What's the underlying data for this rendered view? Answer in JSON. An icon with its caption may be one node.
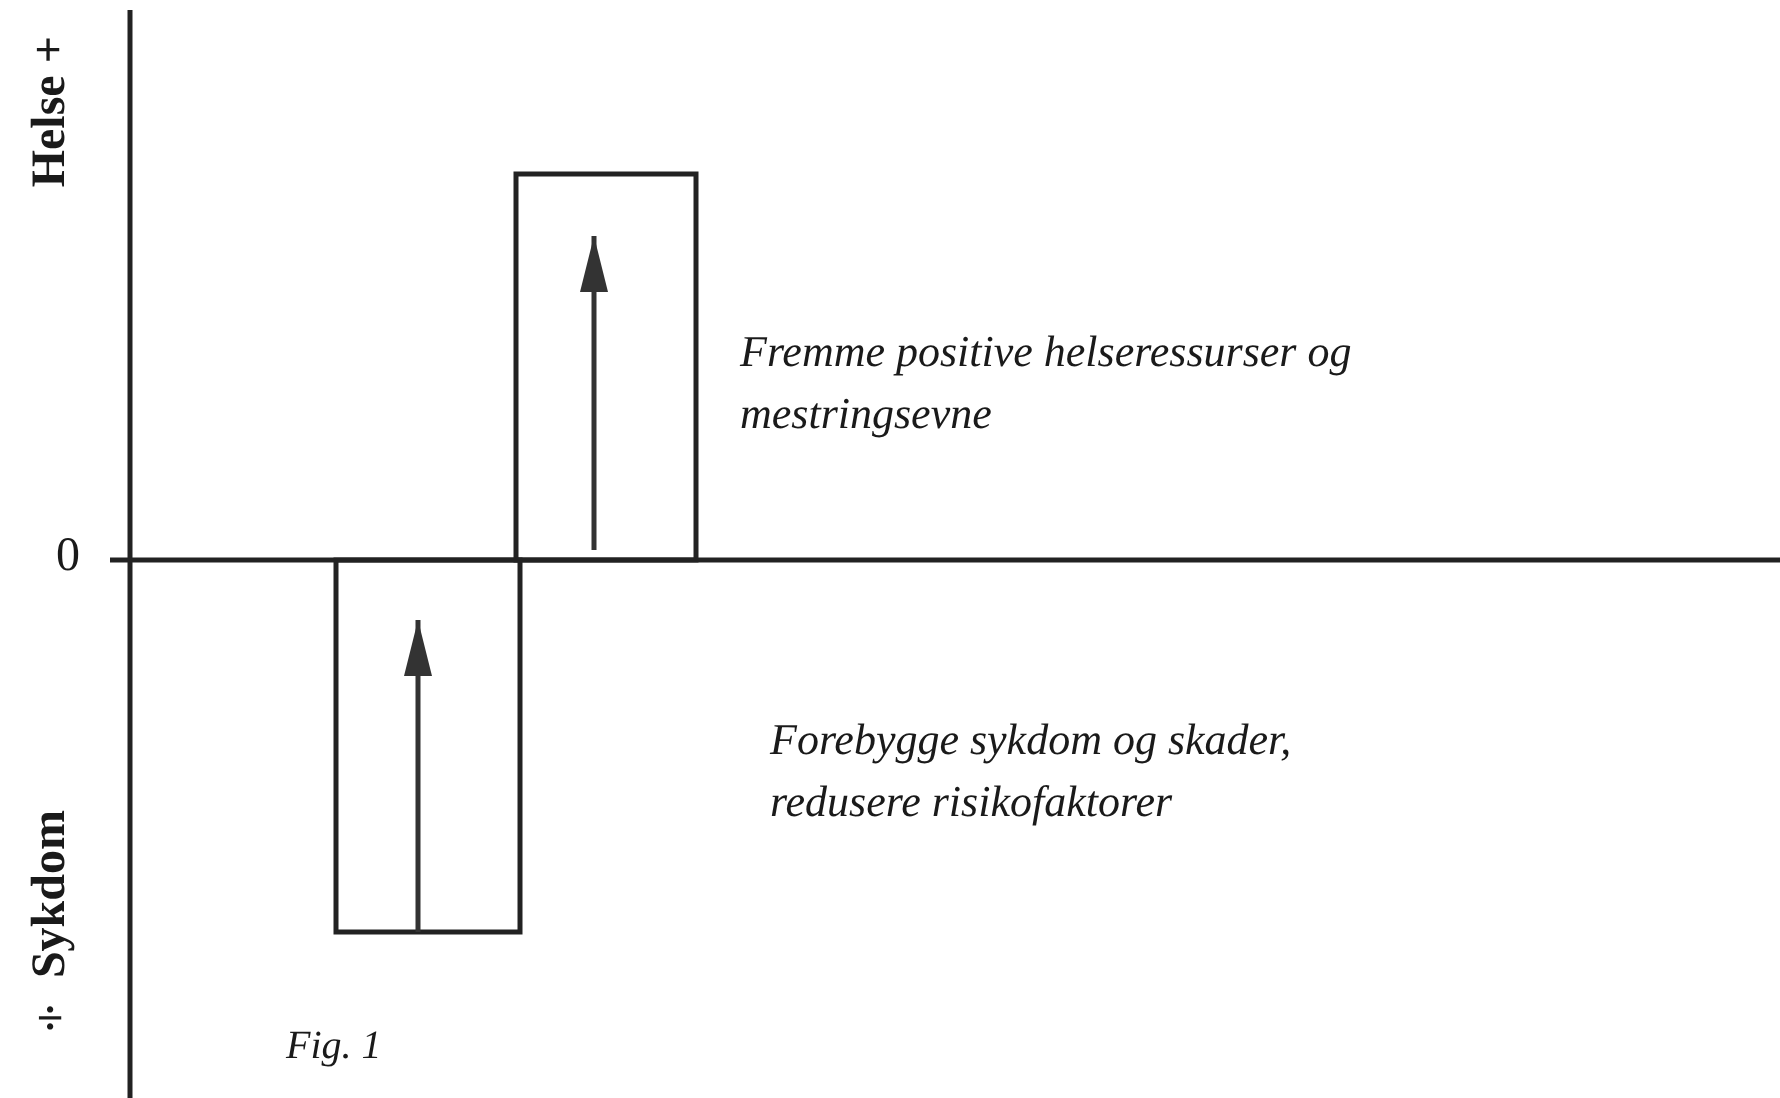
{
  "diagram": {
    "caption": "Fig. 1",
    "labels": [
      "Helse +",
      "Fremme positive helseressurser og mestringsevne",
      "0",
      "Forebygge sykdom og skader, redusere risikofaktorer",
      "÷ Sykdom"
    ]
  }
}
